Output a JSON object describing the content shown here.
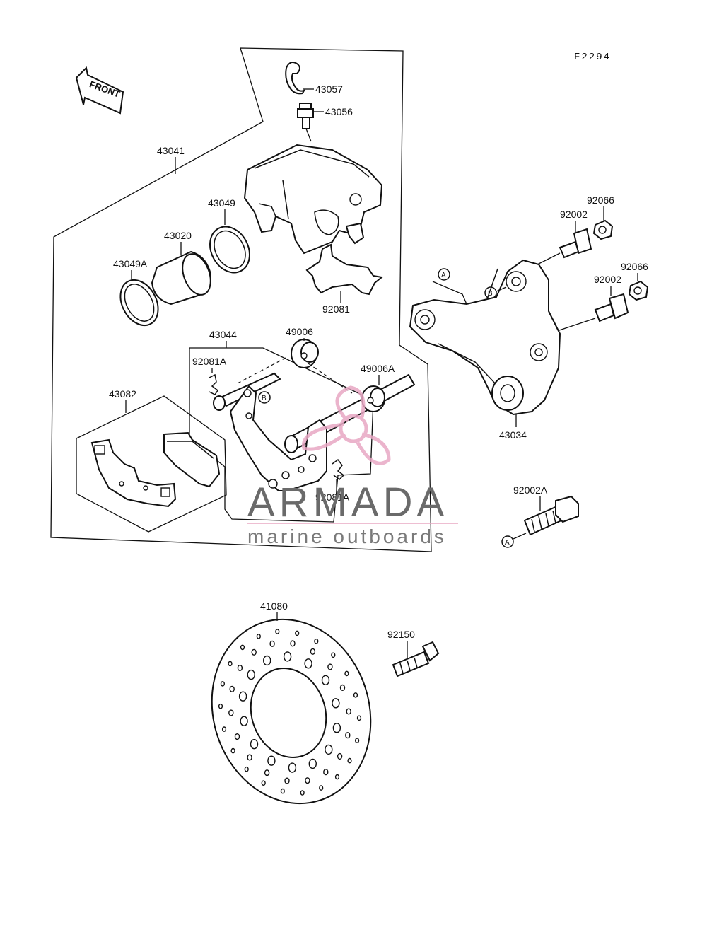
{
  "diagram_code": "F2294",
  "front_label": "FRONT",
  "parts": {
    "p43057": "43057",
    "p43056": "43056",
    "p43041": "43041",
    "p43049": "43049",
    "p43020": "43020",
    "p43049A": "43049A",
    "p92081": "92081",
    "p43044": "43044",
    "p49006": "49006",
    "p92081A_top": "92081A",
    "p49006A": "49006A",
    "p43082": "43082",
    "p92081A_bottom": "92081A",
    "p92066_top": "92066",
    "p92002_top": "92002",
    "p92066_mid": "92066",
    "p92002_mid": "92002",
    "p43034": "43034",
    "p92002A": "92002A",
    "p41080": "41080",
    "p92150": "92150"
  },
  "markers": {
    "A": "A",
    "B": "B"
  },
  "watermark": {
    "brand": "ARMADA",
    "tagline": "marine outboards",
    "accent_color": "#e8a8c4",
    "text_color": "#6a6a6a"
  }
}
